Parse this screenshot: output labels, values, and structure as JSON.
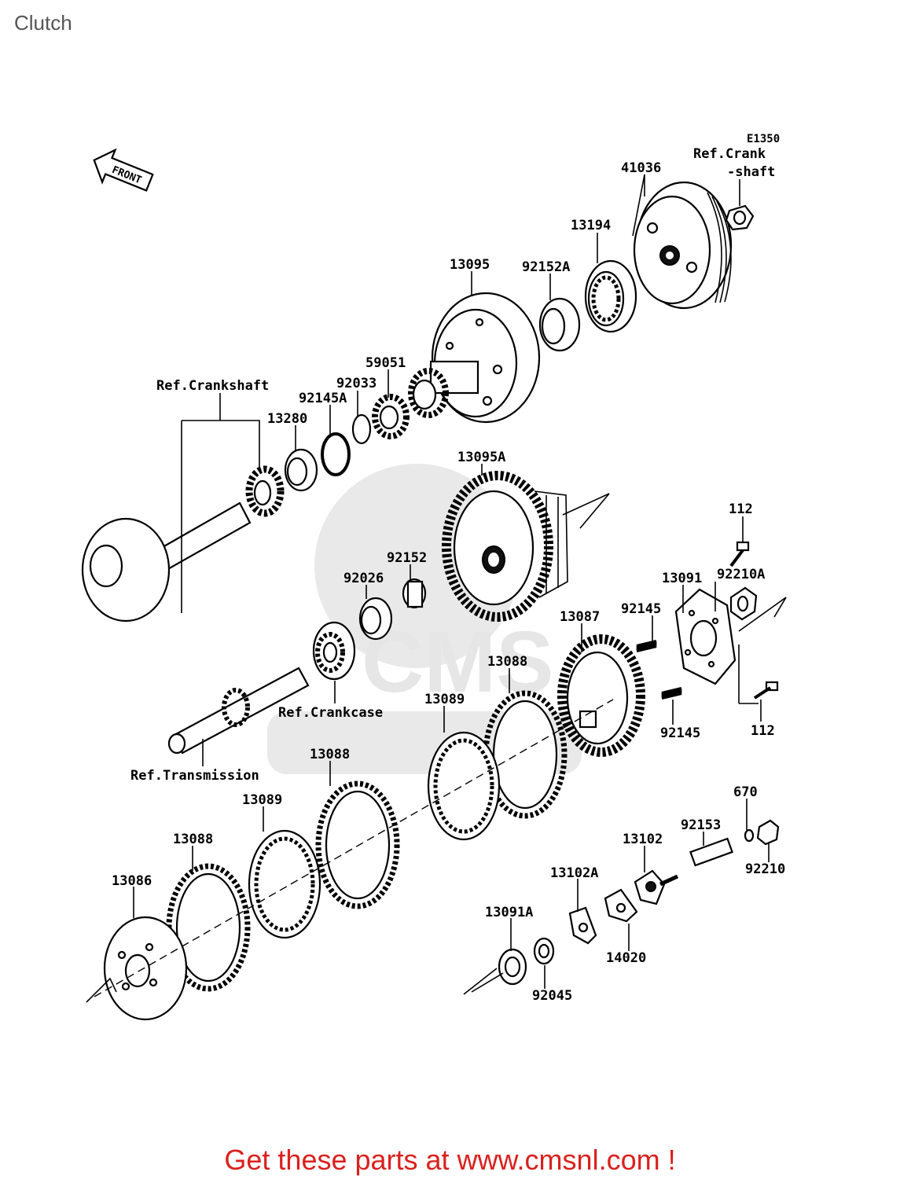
{
  "page": {
    "title": "Clutch"
  },
  "diagram": {
    "code": "E1350",
    "front_label": "FRONT",
    "refs": {
      "crank_top_line1": "Ref.Crank",
      "crank_top_line2": "-shaft",
      "crankshaft": "Ref.Crankshaft",
      "crankcase": "Ref.Crankcase",
      "transmission": "Ref.Transmission"
    },
    "parts": {
      "p41036": "41036",
      "p13194": "13194",
      "p92152A": "92152A",
      "p13095": "13095",
      "p59051": "59051",
      "p92033": "92033",
      "p92145A": "92145A",
      "p13280": "13280",
      "p13095A": "13095A",
      "p92152": "92152",
      "p92026": "92026",
      "p112_top": "112",
      "p92210A": "92210A",
      "p13091": "13091",
      "p92145_top": "92145",
      "p13087": "13087",
      "p13088_a": "13088",
      "p92145_bot": "92145",
      "p112_bot": "112",
      "p13089_a": "13089",
      "p13088_b": "13088",
      "p13089_b": "13089",
      "p13088_c": "13088",
      "p13086": "13086",
      "p670": "670",
      "p92153": "92153",
      "p92210": "92210",
      "p13102": "13102",
      "p13102A": "13102A",
      "p13091A": "13091A",
      "p14020": "14020",
      "p92045": "92045"
    },
    "watermark": "CMS"
  },
  "footer": {
    "link_text": "Get these parts at www.cmsnl.com !",
    "color": "#d9211f"
  }
}
